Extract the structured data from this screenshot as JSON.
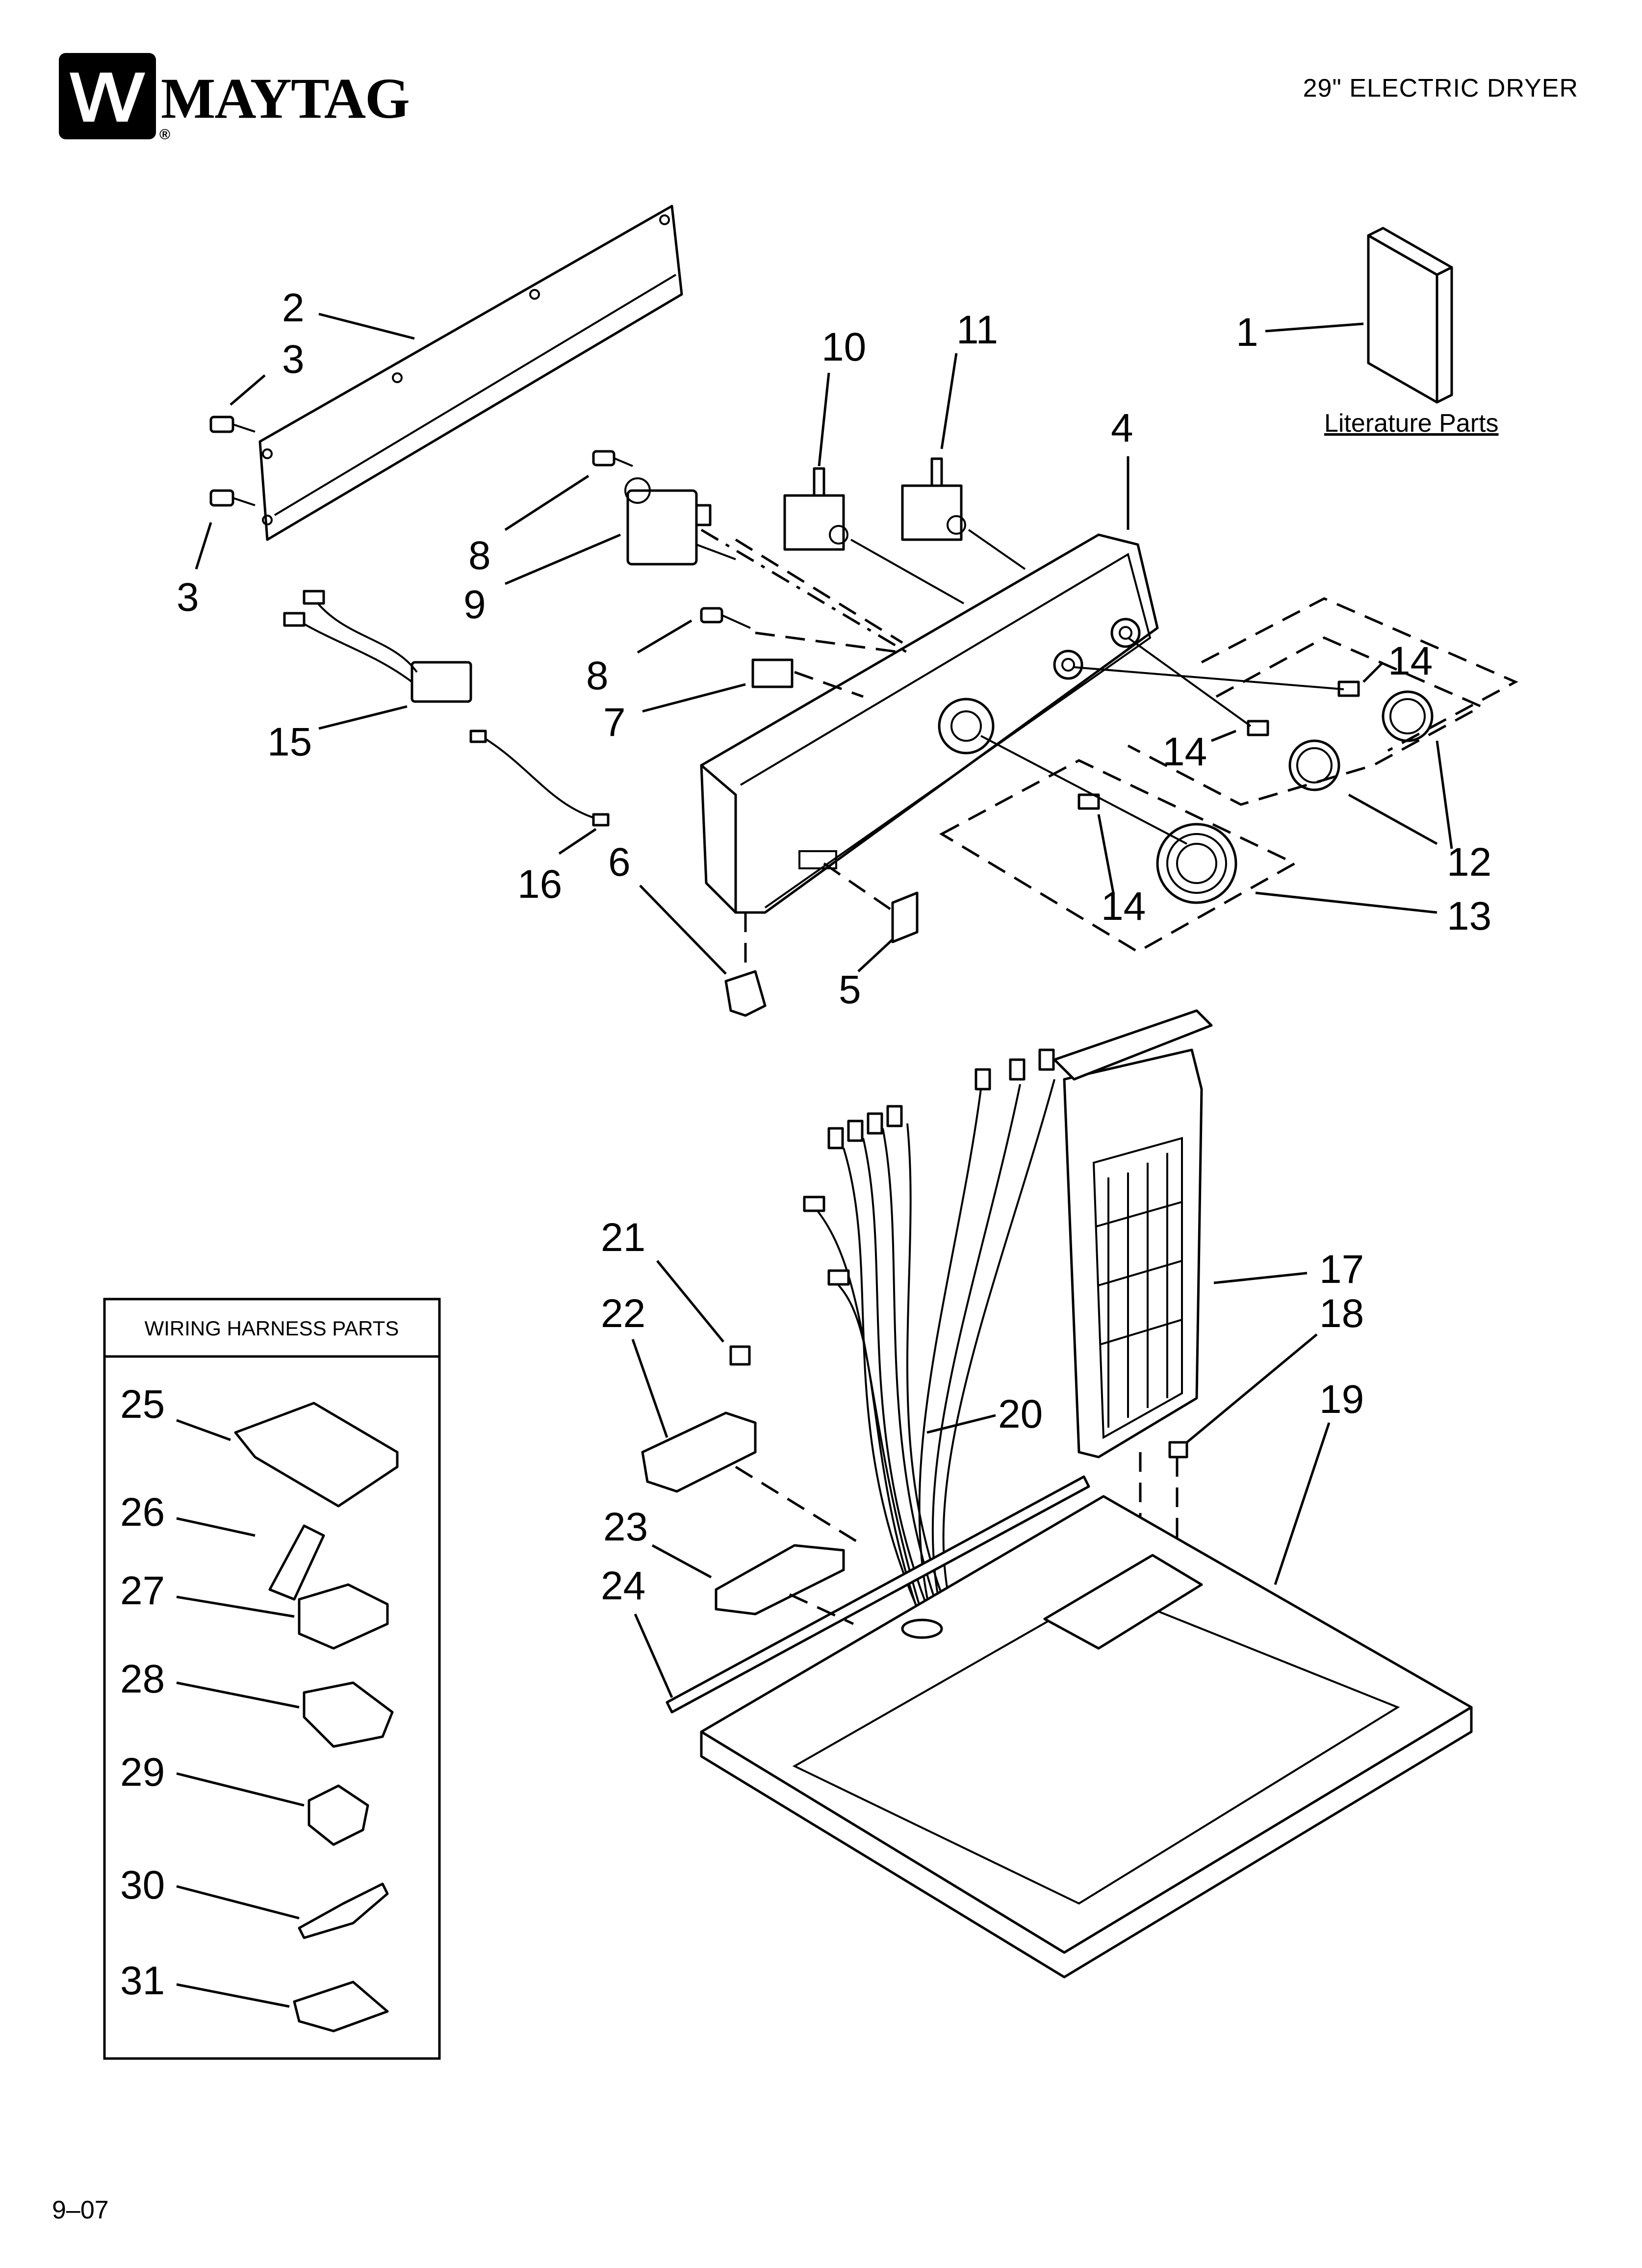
{
  "header": {
    "brand": "MAYTAG",
    "registered_mark": "®",
    "title": "29\" ELECTRIC DRYER"
  },
  "diagram": {
    "literature_label": "Literature Parts",
    "callouts": {
      "c1": "1",
      "c2": "2",
      "c3a": "3",
      "c3b": "3",
      "c4": "4",
      "c5": "5",
      "c6": "6",
      "c7": "7",
      "c8a": "8",
      "c8b": "8",
      "c9": "9",
      "c10": "10",
      "c11": "11",
      "c12": "12",
      "c13": "13",
      "c14a": "14",
      "c14b": "14",
      "c14c": "14",
      "c15": "15",
      "c16": "16",
      "c17": "17",
      "c18": "18",
      "c19": "19",
      "c20": "20",
      "c21": "21",
      "c22": "22",
      "c23": "23",
      "c24": "24"
    }
  },
  "wiring_box": {
    "title": "WIRING HARNESS PARTS",
    "items": [
      "25",
      "26",
      "27",
      "28",
      "29",
      "30",
      "31"
    ]
  },
  "footer": {
    "code": "9–07"
  }
}
